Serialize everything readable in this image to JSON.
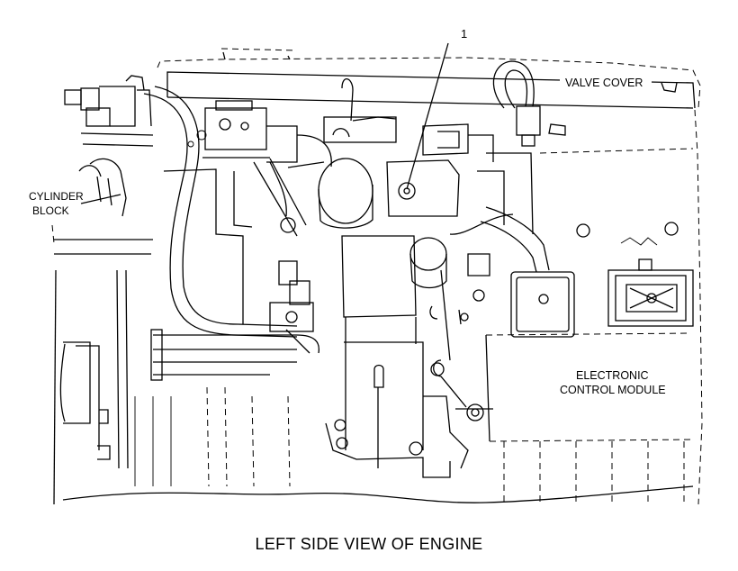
{
  "callouts": [
    {
      "id": "callout-1",
      "text": "1"
    }
  ],
  "labels": {
    "valve_cover": "VALVE COVER",
    "cylinder_block": [
      "CYLINDER",
      "BLOCK"
    ],
    "ecm": [
      "ELECTRONIC",
      "CONTROL MODULE"
    ]
  },
  "caption": "LEFT SIDE VIEW OF ENGINE"
}
